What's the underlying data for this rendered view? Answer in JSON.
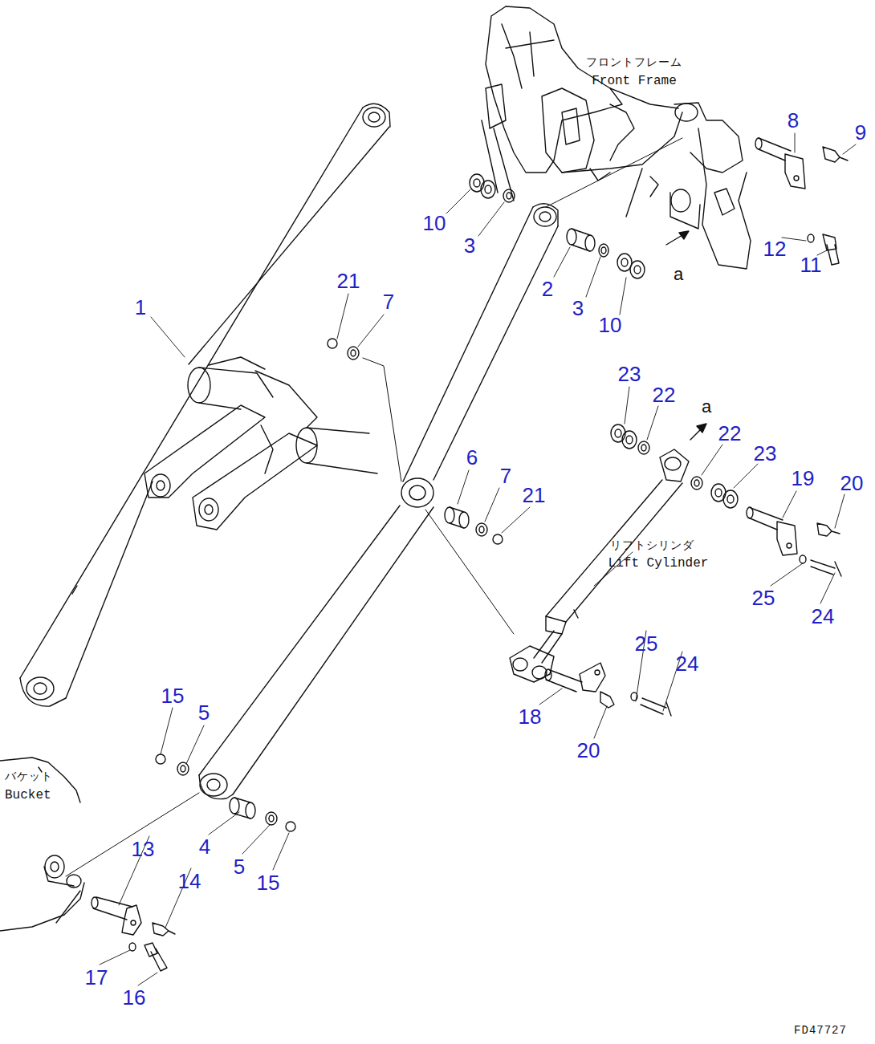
{
  "diagram": {
    "labels": [
      "フロントフレーム",
      "Front Frame",
      "8",
      "9",
      "10",
      "3",
      "12",
      "11",
      "a",
      "2",
      "3",
      "10",
      "21",
      "7",
      "1",
      "23",
      "22",
      "a",
      "22",
      "23",
      "6",
      "7",
      "21",
      "19",
      "20",
      "リフトシリンダ",
      "Lift Cylinder",
      "25",
      "24",
      "25",
      "24",
      "18",
      "20",
      "15",
      "5",
      "バケット",
      "Bucket",
      "13",
      "4",
      "5",
      "14",
      "15",
      "17",
      "16",
      "FD47727"
    ]
  }
}
